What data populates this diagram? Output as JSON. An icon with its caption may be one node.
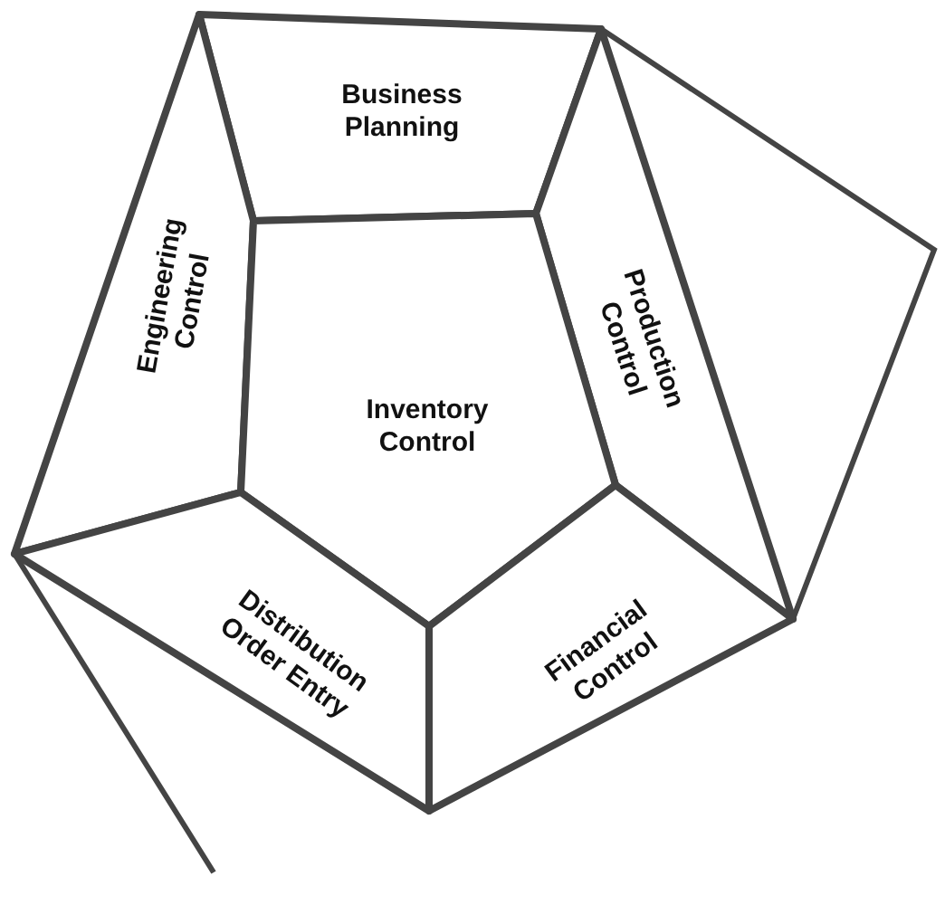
{
  "diagram": {
    "nodes": [
      {
        "text": [
          "Business Planning"
        ]
      },
      {
        "text": [
          "Engineering Control"
        ]
      },
      {
        "text": [
          "Production Control"
        ]
      },
      {
        "text": [
          "Inventory Control"
        ]
      },
      {
        "text": [
          "Distribution Order Entry"
        ]
      },
      {
        "text": [
          "Financial Control"
        ]
      }
    ]
  }
}
